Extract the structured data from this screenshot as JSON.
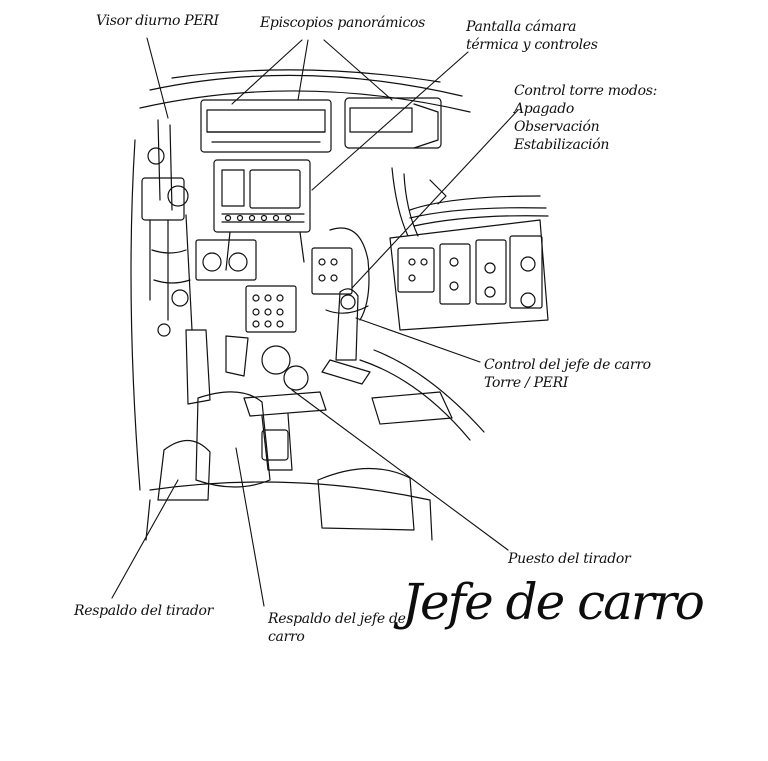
{
  "title": "Jefe de carro",
  "labels": {
    "peri_day_sight": "Visor diurno PERI",
    "episcopes": "Episcopios panorámicos",
    "thermal_screen": [
      "Pantalla cámara",
      "térmica y controles"
    ],
    "turret_mode": [
      "Control torre modos:",
      "Apagado",
      "Observación",
      "Estabilización"
    ],
    "commander_control": [
      "Control del jefe de carro",
      "Torre / PERI"
    ],
    "gunner_station": "Puesto del tirador",
    "gunner_backrest": "Respaldo del tirador",
    "commander_backrest": [
      "Respaldo del jefe de",
      "carro"
    ]
  },
  "colors": {
    "ink": "#111111",
    "paper": "#ffffff"
  }
}
